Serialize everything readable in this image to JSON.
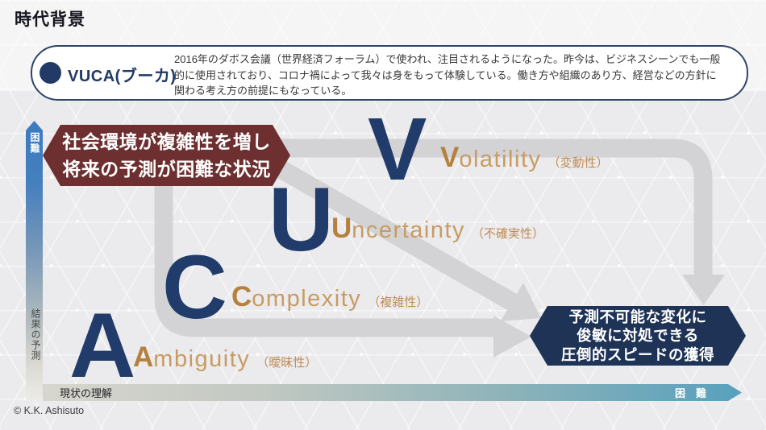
{
  "slide": {
    "title": "時代背景",
    "copyright": "© K.K. Ashisuto"
  },
  "vuca_box": {
    "term": "VUCA(ブーカ)",
    "description": "2016年のダボス会議（世界経済フォーラム）で使われ、注目されるようになった。昨今は、ビジネスシーンでも一般的に使用されており、コロナ禍によって我々は身をもって体験している。働き方や組織のあり方、経営などの方針に関わる考え方の前提にもなっている。"
  },
  "diagram": {
    "challenge_box": {
      "line1": "社会環境が複雑性を増し",
      "line2": "将来の予測が困難な状況"
    },
    "goal_box": {
      "line1": "予測不可能な変化に",
      "line2": "俊敏に対処できる",
      "line3": "圧倒的スピードの獲得"
    },
    "items": [
      {
        "big_letter": "V",
        "initial": "V",
        "rest": "olatility",
        "ja": "（変動性）"
      },
      {
        "big_letter": "U",
        "initial": "U",
        "rest": "ncertainty",
        "ja": "（不確実性）"
      },
      {
        "big_letter": "C",
        "initial": "C",
        "rest": "omplexity",
        "ja": "（複雑性）"
      },
      {
        "big_letter": "A",
        "initial": "A",
        "rest": "mbiguity",
        "ja": "（曖昧性）"
      }
    ],
    "y_axis": {
      "top_label": "困難",
      "bottom_label": "結果の予測"
    },
    "x_axis": {
      "left_label": "現状の理解",
      "right_label": "困　難"
    }
  },
  "colors": {
    "navy_letter": "#213c6a",
    "navy_box": "#1e3356",
    "maroon_box": "#6d2f30",
    "tan_initial": "#b5813e",
    "tan_text": "#c89b63",
    "arrow_gray": "#d3d3d5",
    "axis_blue": "#3d7cc0",
    "axis_teal": "#57a0bd"
  }
}
